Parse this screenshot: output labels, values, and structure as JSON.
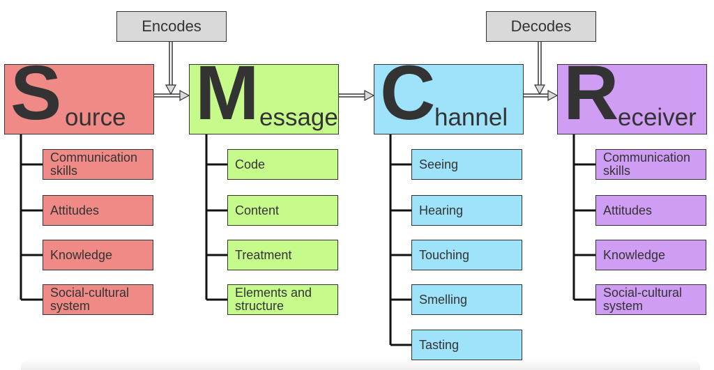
{
  "modifiers": [
    {
      "id": "encodes",
      "label": "Encodes"
    },
    {
      "id": "decodes",
      "label": "Decodes"
    }
  ],
  "stages": [
    {
      "id": "source",
      "initial": "S",
      "rest": "ource",
      "color": "#f08a87",
      "items": [
        "Communication skills",
        "Attitudes",
        "Knowledge",
        "Social-cultural system"
      ]
    },
    {
      "id": "message",
      "initial": "M",
      "rest": "essage",
      "color": "#c6fb8c",
      "items": [
        "Code",
        "Content",
        "Treatment",
        "Elements and structure"
      ]
    },
    {
      "id": "channel",
      "initial": "C",
      "rest": "hannel",
      "color": "#9fe3fa",
      "items": [
        "Seeing",
        "Hearing",
        "Touching",
        "Smelling",
        "Tasting"
      ]
    },
    {
      "id": "receiver",
      "initial": "R",
      "rest": "eceiver",
      "color": "#d09df5",
      "items": [
        "Communication skills",
        "Attitudes",
        "Knowledge",
        "Social-cultural system"
      ]
    }
  ],
  "colors": {
    "modifier_fill": "#d9d9d9",
    "stroke": "#333333",
    "text": "#333333"
  }
}
